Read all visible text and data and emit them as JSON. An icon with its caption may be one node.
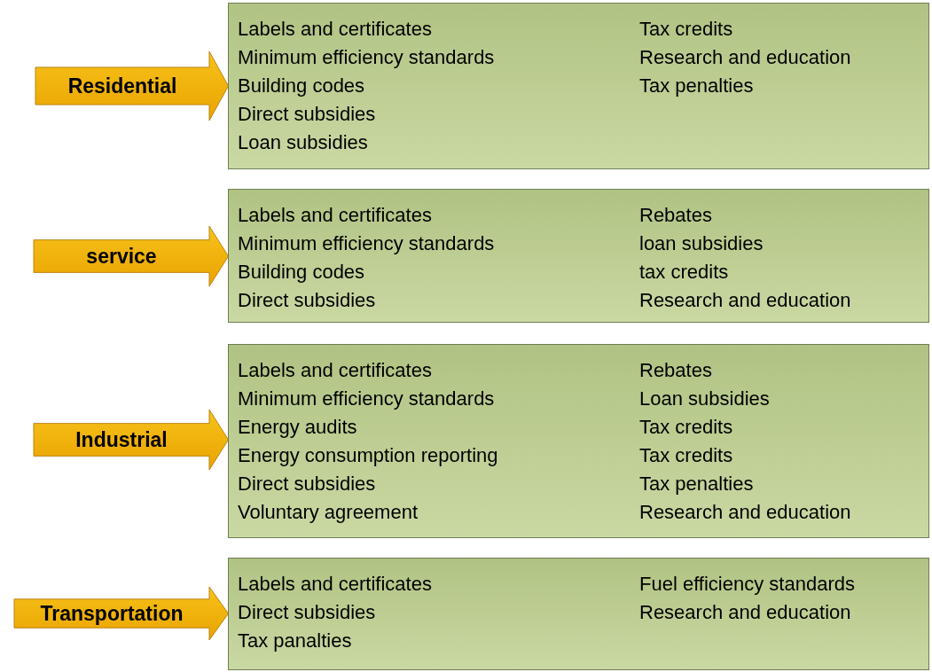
{
  "diagram": {
    "nodes": [
      {
        "text": [
          "Residential"
        ]
      },
      {
        "text": [
          "Labels and certificates",
          "Minimum efficiency standards",
          "Building codes",
          "Direct subsidies",
          "Loan subsidies",
          "Tax credits",
          "Research and education",
          "Tax penalties"
        ]
      },
      {
        "text": [
          "service"
        ]
      },
      {
        "text": [
          "Labels and certificates",
          "Minimum efficiency standards",
          "Building codes",
          "Direct subsidies",
          "Rebates",
          "loan subsidies",
          "tax credits",
          "Research and education"
        ]
      },
      {
        "text": [
          "Industrial"
        ]
      },
      {
        "text": [
          "Labels and certificates",
          "Minimum efficiency standards",
          "Energy audits",
          "Energy consumption reporting",
          "Direct subsidies",
          "Voluntary agreement",
          "Rebates",
          "Loan subsidies",
          "Tax credits",
          "Tax credits",
          "Tax penalties",
          "Research and education"
        ]
      },
      {
        "text": [
          "Transportation"
        ]
      },
      {
        "text": [
          "Labels and certificates",
          "Direct subsidies",
          "Tax panalties",
          "Fuel efficiency standards",
          "Research and education"
        ]
      }
    ]
  }
}
